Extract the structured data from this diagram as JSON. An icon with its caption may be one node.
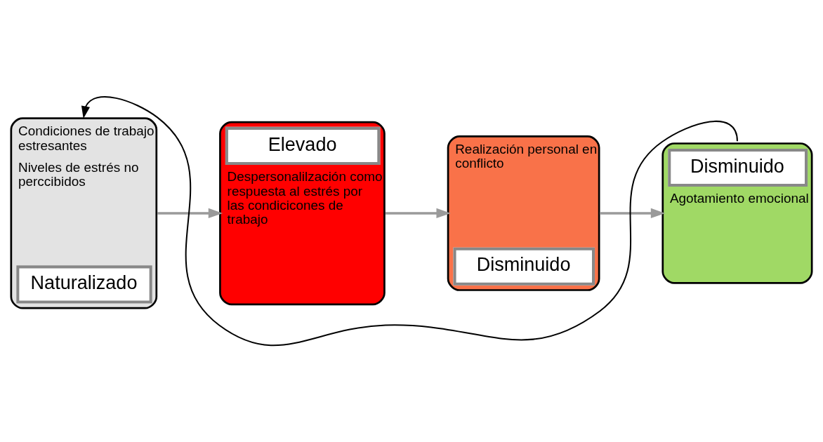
{
  "diagram": {
    "nodes": [
      {
        "text": [
          "Condiciones de trabajo estresantes",
          "Niveles de estrés no perccibidos",
          "Naturalizado"
        ]
      },
      {
        "text": [
          "Elevado",
          "Despersonalilzación como respuesta al estrés por las condicicones de trabajo"
        ]
      },
      {
        "text": [
          "Realización personal en conflicto",
          "Disminuido"
        ]
      },
      {
        "text": [
          "Disminuido",
          "Agotamiento emocional"
        ]
      }
    ],
    "edges": [
      {
        "from": 0,
        "to": 1,
        "arrow": "to"
      },
      {
        "from": 1,
        "to": 2,
        "arrow": "to"
      },
      {
        "from": 2,
        "to": 3,
        "arrow": "to"
      },
      {
        "from": 3,
        "to": 0,
        "arrow": "to",
        "color": "#000000"
      }
    ]
  }
}
